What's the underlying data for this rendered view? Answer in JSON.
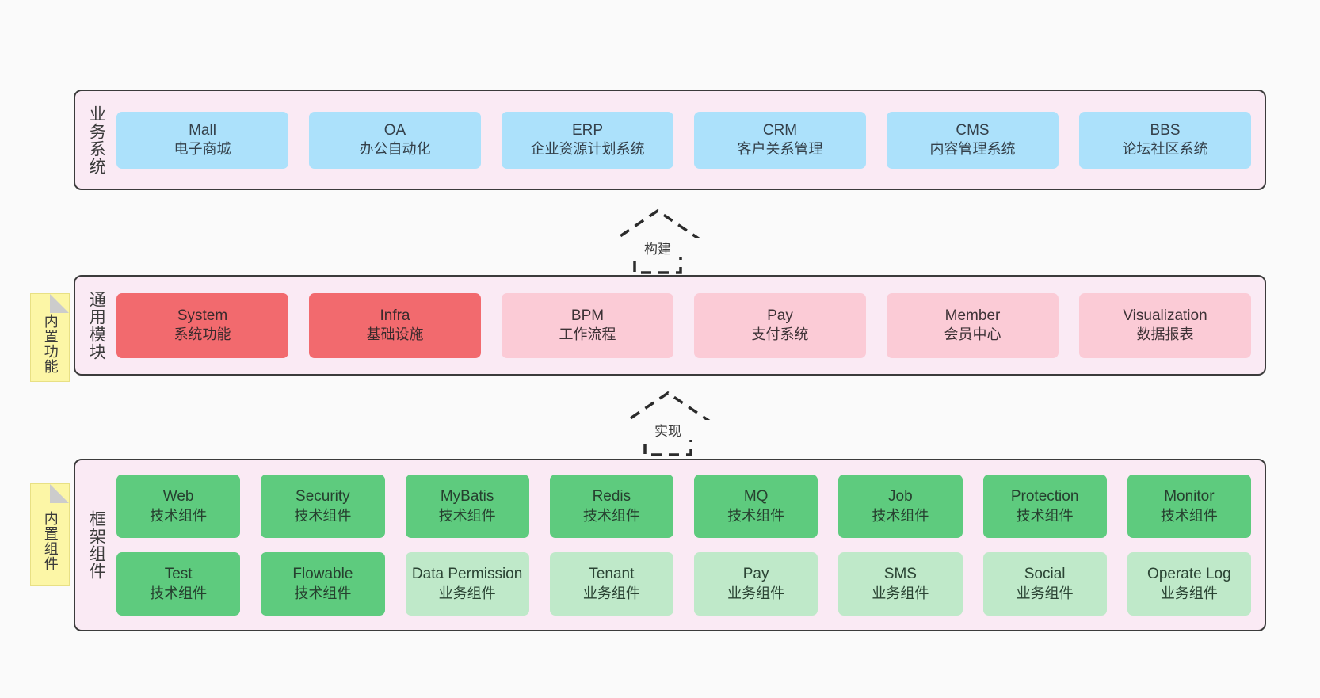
{
  "diagram": {
    "background_color": "#fafafa",
    "band_color": "#faeaf4",
    "border_color": "#3b3b3b",
    "note_color": "#fcf6a6",
    "fold_color": "#cccccc"
  },
  "sections": [
    {
      "id": "business",
      "label": "业务系统",
      "note": null,
      "rows": [
        {
          "cards": [
            {
              "en": "Mall",
              "cn": "电子商城",
              "color": "#ace1fb",
              "style": "c-blue"
            },
            {
              "en": "OA",
              "cn": "办公自动化",
              "color": "#ace1fb",
              "style": "c-blue"
            },
            {
              "en": "ERP",
              "cn": "企业资源计划系统",
              "color": "#ace1fb",
              "style": "c-blue"
            },
            {
              "en": "CRM",
              "cn": "客户关系管理",
              "color": "#ace1fb",
              "style": "c-blue"
            },
            {
              "en": "CMS",
              "cn": "内容管理系统",
              "color": "#ace1fb",
              "style": "c-blue"
            },
            {
              "en": "BBS",
              "cn": "论坛社区系统",
              "color": "#ace1fb",
              "style": "c-blue"
            }
          ]
        }
      ]
    },
    {
      "id": "common",
      "label": "通用模块",
      "note": "内置功能",
      "rows": [
        {
          "cards": [
            {
              "en": "System",
              "cn": "系统功能",
              "color": "#f26a6e",
              "style": "c-red"
            },
            {
              "en": "Infra",
              "cn": "基础设施",
              "color": "#f26a6e",
              "style": "c-red"
            },
            {
              "en": "BPM",
              "cn": "工作流程",
              "color": "#fbcbd6",
              "style": "c-pink"
            },
            {
              "en": "Pay",
              "cn": "支付系统",
              "color": "#fbcbd6",
              "style": "c-pink"
            },
            {
              "en": "Member",
              "cn": "会员中心",
              "color": "#fbcbd6",
              "style": "c-pink"
            },
            {
              "en": "Visualization",
              "cn": "数据报表",
              "color": "#fbcbd6",
              "style": "c-pink"
            }
          ]
        }
      ]
    },
    {
      "id": "frame",
      "label": "框架组件",
      "note": "内置组件",
      "rows": [
        {
          "cards": [
            {
              "en": "Web",
              "cn": "技术组件",
              "color": "#5ecb7e",
              "style": "c-green"
            },
            {
              "en": "Security",
              "cn": "技术组件",
              "color": "#5ecb7e",
              "style": "c-green"
            },
            {
              "en": "MyBatis",
              "cn": "技术组件",
              "color": "#5ecb7e",
              "style": "c-green"
            },
            {
              "en": "Redis",
              "cn": "技术组件",
              "color": "#5ecb7e",
              "style": "c-green"
            },
            {
              "en": "MQ",
              "cn": "技术组件",
              "color": "#5ecb7e",
              "style": "c-green"
            },
            {
              "en": "Job",
              "cn": "技术组件",
              "color": "#5ecb7e",
              "style": "c-green"
            },
            {
              "en": "Protection",
              "cn": "技术组件",
              "color": "#5ecb7e",
              "style": "c-green"
            },
            {
              "en": "Monitor",
              "cn": "技术组件",
              "color": "#5ecb7e",
              "style": "c-green"
            }
          ]
        },
        {
          "cards": [
            {
              "en": "Test",
              "cn": "技术组件",
              "color": "#5ecb7e",
              "style": "c-green"
            },
            {
              "en": "Flowable",
              "cn": "技术组件",
              "color": "#5ecb7e",
              "style": "c-green"
            },
            {
              "en": "Data Permission",
              "cn": "业务组件",
              "color": "#bfe9c9",
              "style": "c-green-light"
            },
            {
              "en": "Tenant",
              "cn": "业务组件",
              "color": "#bfe9c9",
              "style": "c-green-light"
            },
            {
              "en": "Pay",
              "cn": "业务组件",
              "color": "#bfe9c9",
              "style": "c-green-light"
            },
            {
              "en": "SMS",
              "cn": "业务组件",
              "color": "#bfe9c9",
              "style": "c-green-light"
            },
            {
              "en": "Social",
              "cn": "业务组件",
              "color": "#bfe9c9",
              "style": "c-green-light"
            },
            {
              "en": "Operate Log",
              "cn": "业务组件",
              "color": "#bfe9c9",
              "style": "c-green-light"
            }
          ]
        }
      ]
    }
  ],
  "connectors": [
    {
      "id": "build",
      "label": "构建",
      "direction": "up",
      "style": "dashed-hollow-arrow"
    },
    {
      "id": "realize",
      "label": "实现",
      "direction": "up",
      "style": "dashed-hollow-arrow"
    }
  ]
}
